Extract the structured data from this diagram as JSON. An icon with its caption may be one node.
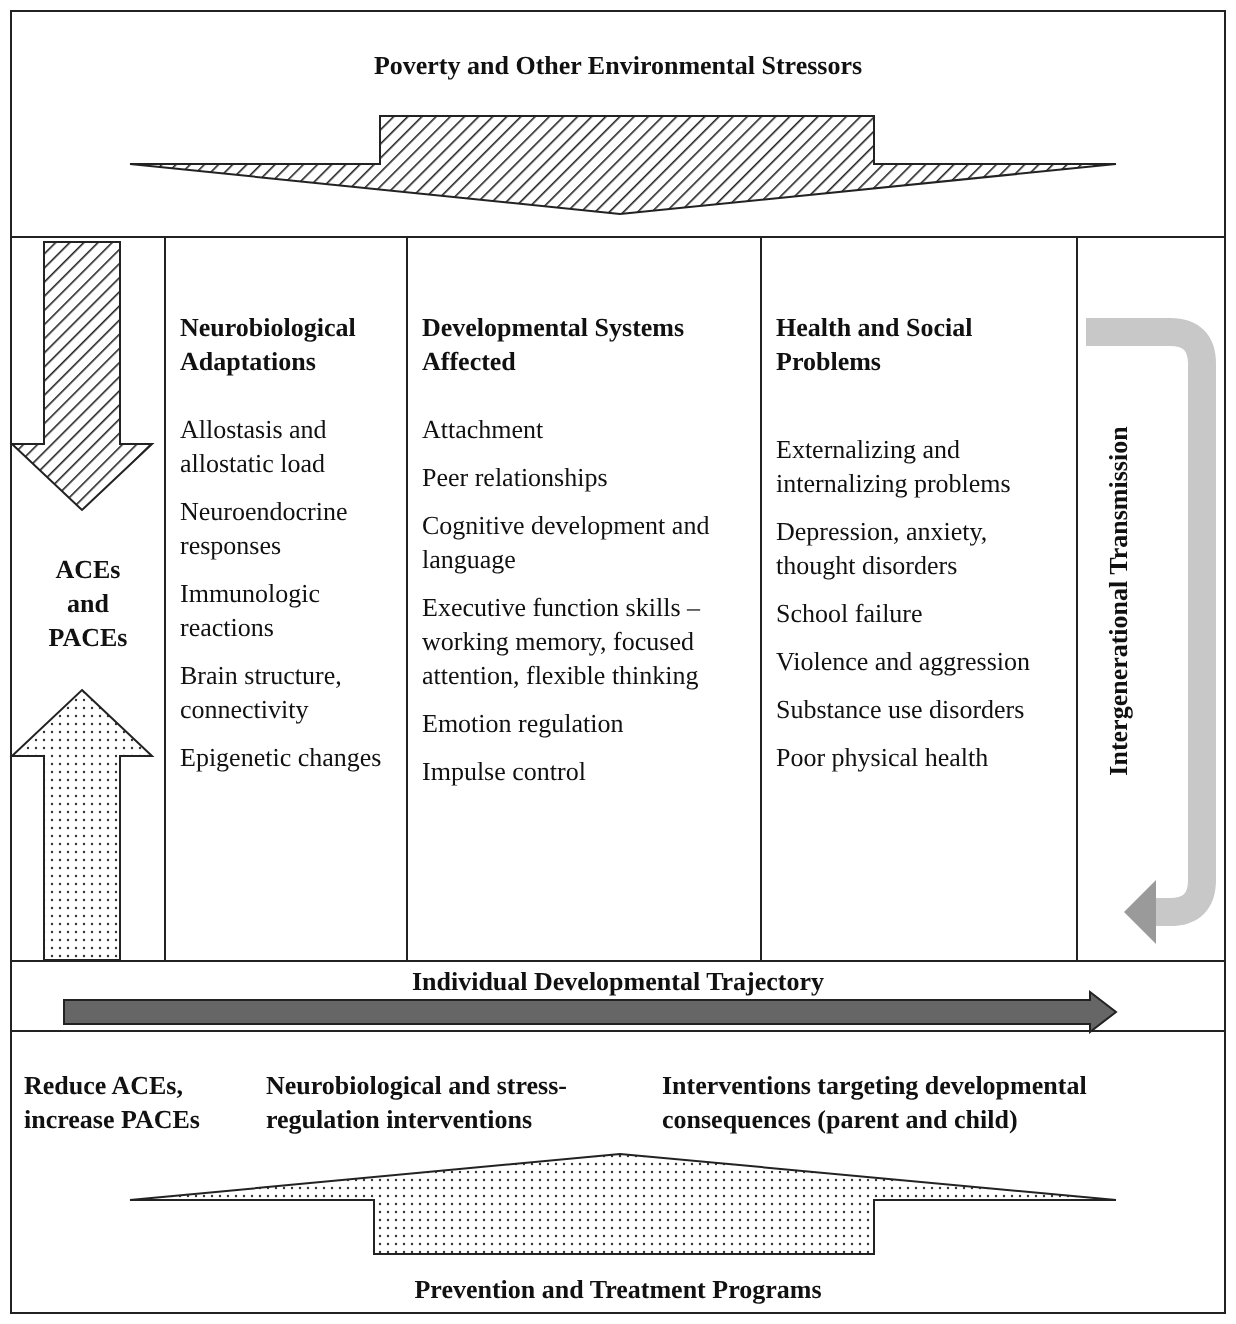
{
  "diagram": {
    "nodes": [
      {
        "text": [
          "Poverty and Other Environmental Stressors"
        ]
      },
      {
        "text": [
          "ACEs and PACEs"
        ]
      },
      {
        "text": [
          "Neurobiological Adaptations",
          "Allostasis and allostatic load",
          "Neuroendocrine responses",
          "Immunologic reactions",
          "Brain structure, connectivity",
          "Epigenetic changes"
        ]
      },
      {
        "text": [
          "Developmental Systems Affected",
          "Attachment",
          "Peer relationships",
          "Cognitive development and language",
          "Executive function skills – working memory, focused attention, flexible thinking",
          "Emotion regulation",
          "Impulse control"
        ]
      },
      {
        "text": [
          "Health and Social Problems",
          "Externalizing and internalizing problems",
          "Depression, anxiety, thought disorders",
          "School failure",
          "Violence and aggression",
          "Substance use disorders",
          "Poor physical health"
        ]
      },
      {
        "text": [
          "Intergenerational Transmission"
        ]
      },
      {
        "text": [
          "Individual Developmental Trajectory"
        ]
      },
      {
        "text": [
          "Reduce ACEs, increase PACEs",
          "Neurobiological and stress-regulation interventions",
          "Interventions targeting developmental consequences (parent and child)",
          "Prevention and Treatment Programs"
        ]
      }
    ]
  }
}
